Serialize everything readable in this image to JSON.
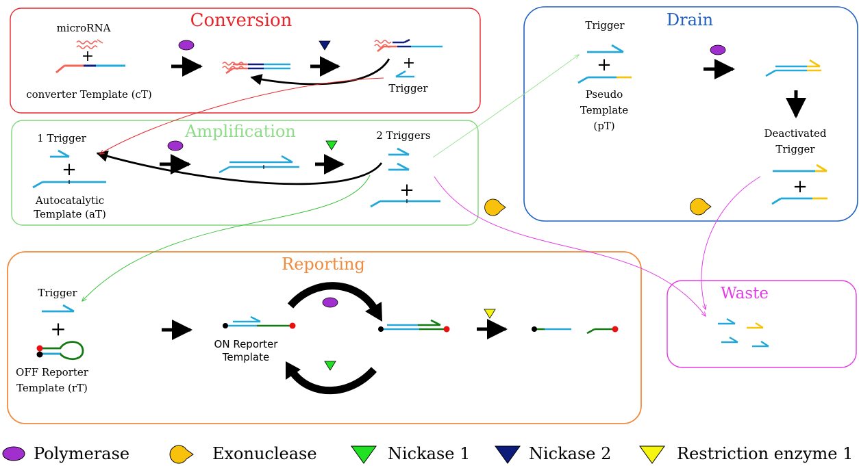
{
  "colors": {
    "conversion": "#e8262a",
    "amplification": "#7fd67a",
    "drain": "#1f5fc4",
    "reporting": "#f08a3c",
    "waste": "#e23ce6",
    "strand_cyan": "#22a8d8",
    "strand_red": "#f2645a",
    "strand_navy": "#0d1b7a",
    "strand_yellow": "#f5c40a",
    "strand_green": "#137a13",
    "polymerase": "#a12fce",
    "exonuclease": "#f8c20c",
    "nickase1": "#22e022",
    "nickase2": "#0d1b7a",
    "restriction": "#f5f50f"
  },
  "conversion": {
    "title": "Conversion",
    "microrna_label": "microRNA",
    "template_label": "converter Template (cT)",
    "trigger_label": "Trigger",
    "plus": "+"
  },
  "amplification": {
    "title": "Amplification",
    "one_trigger_label": "1 Trigger",
    "two_triggers_label": "2 Triggers",
    "template_label_line1": "Autocatalytic",
    "template_label_line2": "Template (aT)",
    "plus": "+"
  },
  "drain": {
    "title": "Drain",
    "trigger_label": "Trigger",
    "pseudo_line1": "Pseudo",
    "pseudo_line2": "Template",
    "pseudo_line3": "(pT)",
    "deactivated_line1": "Deactivated",
    "deactivated_line2": "Trigger",
    "plus": "+"
  },
  "reporting": {
    "title": "Reporting",
    "trigger_label": "Trigger",
    "off_line1": "OFF Reporter",
    "off_line2": "Template (rT)",
    "on_line1": "ON Reporter",
    "on_line2": "Template",
    "plus": "+"
  },
  "waste": {
    "title": "Waste"
  },
  "legend": [
    {
      "icon": "polymerase-icon",
      "label": "Polymerase"
    },
    {
      "icon": "exonuclease-icon",
      "label": "Exonuclease"
    },
    {
      "icon": "nickase-1-icon",
      "label": "Nickase 1"
    },
    {
      "icon": "nickase-2-icon",
      "label": "Nickase 2"
    },
    {
      "icon": "restriction-enzyme-icon",
      "label": "Restriction enzyme 1"
    }
  ]
}
